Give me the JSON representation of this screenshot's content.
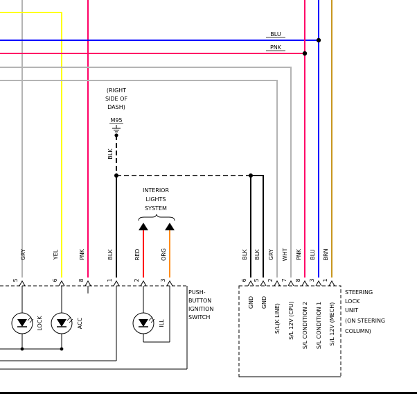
{
  "wires": {
    "blu_label": "BLU",
    "pnk_label": "PNK",
    "blk_label": "BLK"
  },
  "ground": {
    "line1": "(RIGHT",
    "line2": "SIDE OF",
    "line3": "DASH)",
    "ref": "M95"
  },
  "interior_lights": {
    "line1": "INTERIOR",
    "line2": "LIGHTS",
    "line3": "SYSTEM"
  },
  "switch": {
    "name_lines": [
      "PUSH-",
      "BUTTON",
      "IGNITION",
      "SWITCH"
    ],
    "wire_colors": [
      "GRY",
      "YEL",
      "PNK",
      "BLK",
      "RED",
      "ORG"
    ],
    "pins": [
      "5",
      "6",
      "8",
      "1",
      "2",
      "3"
    ],
    "led_labels": [
      "LOCK",
      "ACC",
      "ILL"
    ]
  },
  "steering": {
    "name_lines": [
      "STEERING",
      "LOCK",
      "UNIT",
      "(ON STEERING",
      "COLUMN)"
    ],
    "wire_colors": [
      "BLK",
      "BLK",
      "GRY",
      "WHT",
      "PNK",
      "BLU",
      "BRN"
    ],
    "pins": [
      "6",
      "5",
      "2",
      "7",
      "8",
      "3",
      "1"
    ],
    "functions": [
      "GND",
      "GND",
      "S/L(K LINE)",
      "S/L 12V (CPU)",
      "S/L CONDITION 2",
      "S/L CONDITION 1",
      "S/L 12V (MECH)"
    ]
  },
  "colors": {
    "gry": "#b4b4b4",
    "yel": "#ffff00",
    "pnk": "#ff0066",
    "blu": "#0000ff",
    "brn": "#c8961e",
    "red": "#ff0000",
    "org": "#ff8c1a",
    "blk": "#000000"
  }
}
